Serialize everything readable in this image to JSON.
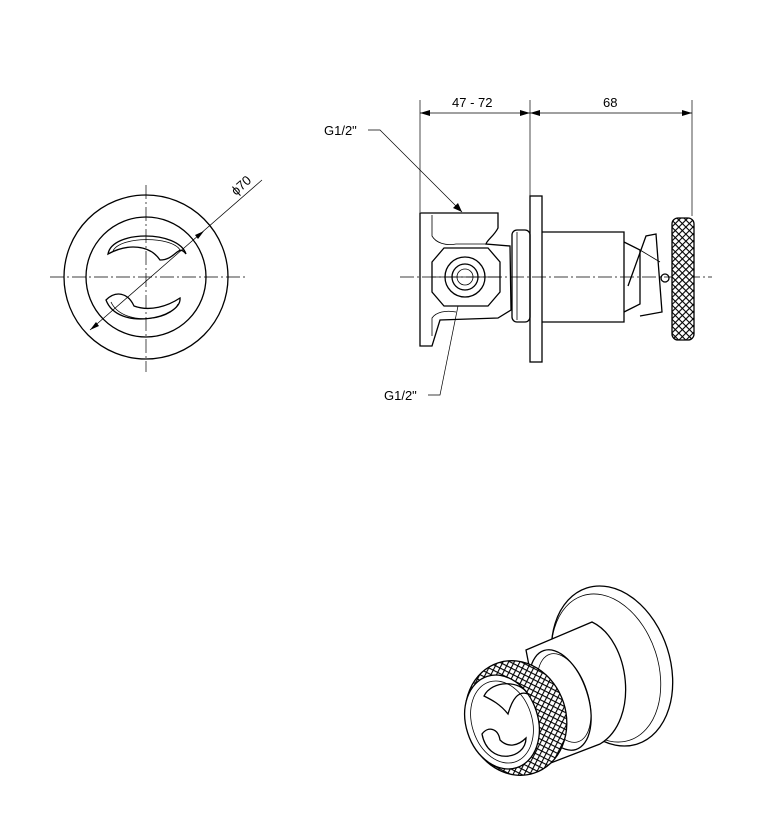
{
  "front_view": {
    "diameter_label": "ϕ70"
  },
  "side_view": {
    "dim_depth_label": "47 - 72",
    "dim_handle_label": "68",
    "thread_top_label": "G1/2\"",
    "thread_bottom_label": "G1/2\""
  },
  "iso_view": {}
}
